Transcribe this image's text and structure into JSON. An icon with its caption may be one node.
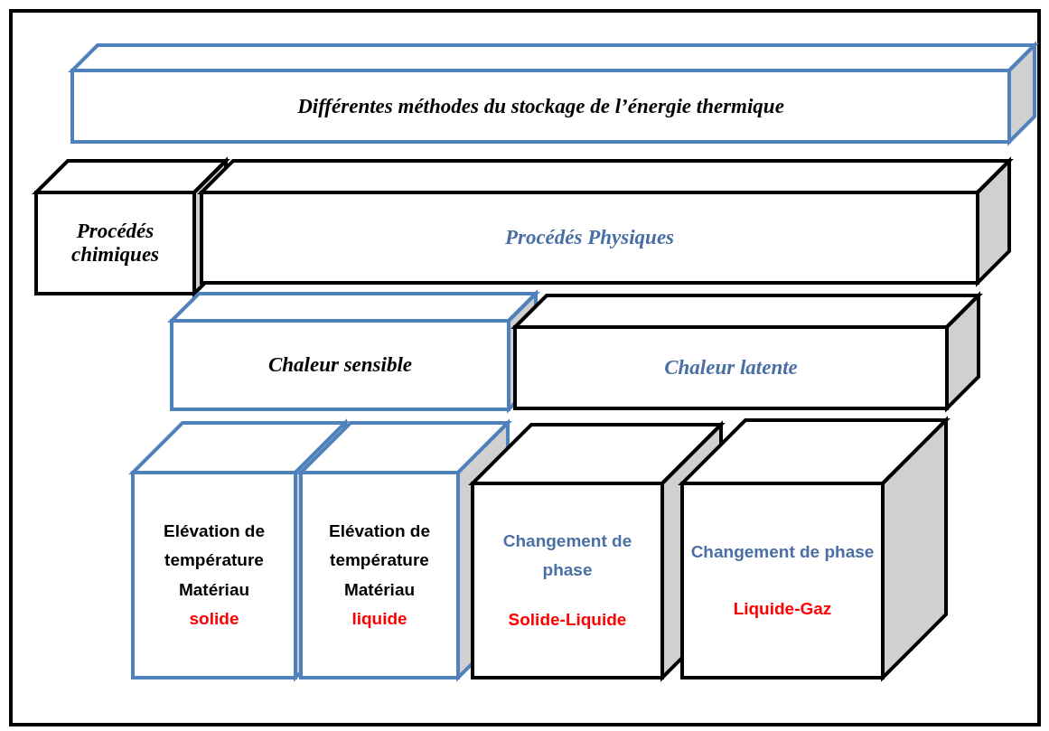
{
  "diagram": {
    "nodes": [
      {
        "text": [
          "Différentes méthodes du stockage de l’énergie thermique"
        ]
      },
      {
        "text": [
          "Procédés chimiques"
        ]
      },
      {
        "text": [
          "Procédés Physiques"
        ]
      },
      {
        "text": [
          "Chaleur sensible"
        ]
      },
      {
        "text": [
          "Chaleur latente"
        ]
      },
      {
        "text": [
          "Elévation de température Matériau",
          "solide"
        ]
      },
      {
        "text": [
          "Elévation de température Matériau",
          "liquide"
        ]
      },
      {
        "text": [
          "Changement de phase",
          "Solide-Liquide"
        ]
      },
      {
        "text": [
          "Changement de phase",
          "Liquide-Gaz"
        ]
      }
    ],
    "edges": []
  }
}
